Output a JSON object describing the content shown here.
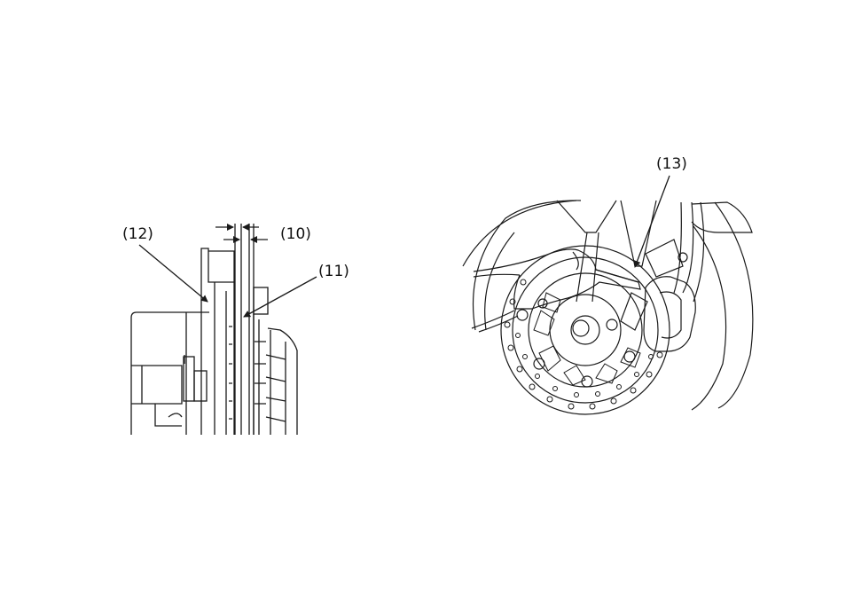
{
  "callouts": {
    "c10": "(10)",
    "c11": "(11)",
    "c12": "(12)",
    "c13": "(13)"
  },
  "colors": {
    "line": "#1a1a1a",
    "background": "#ffffff"
  }
}
